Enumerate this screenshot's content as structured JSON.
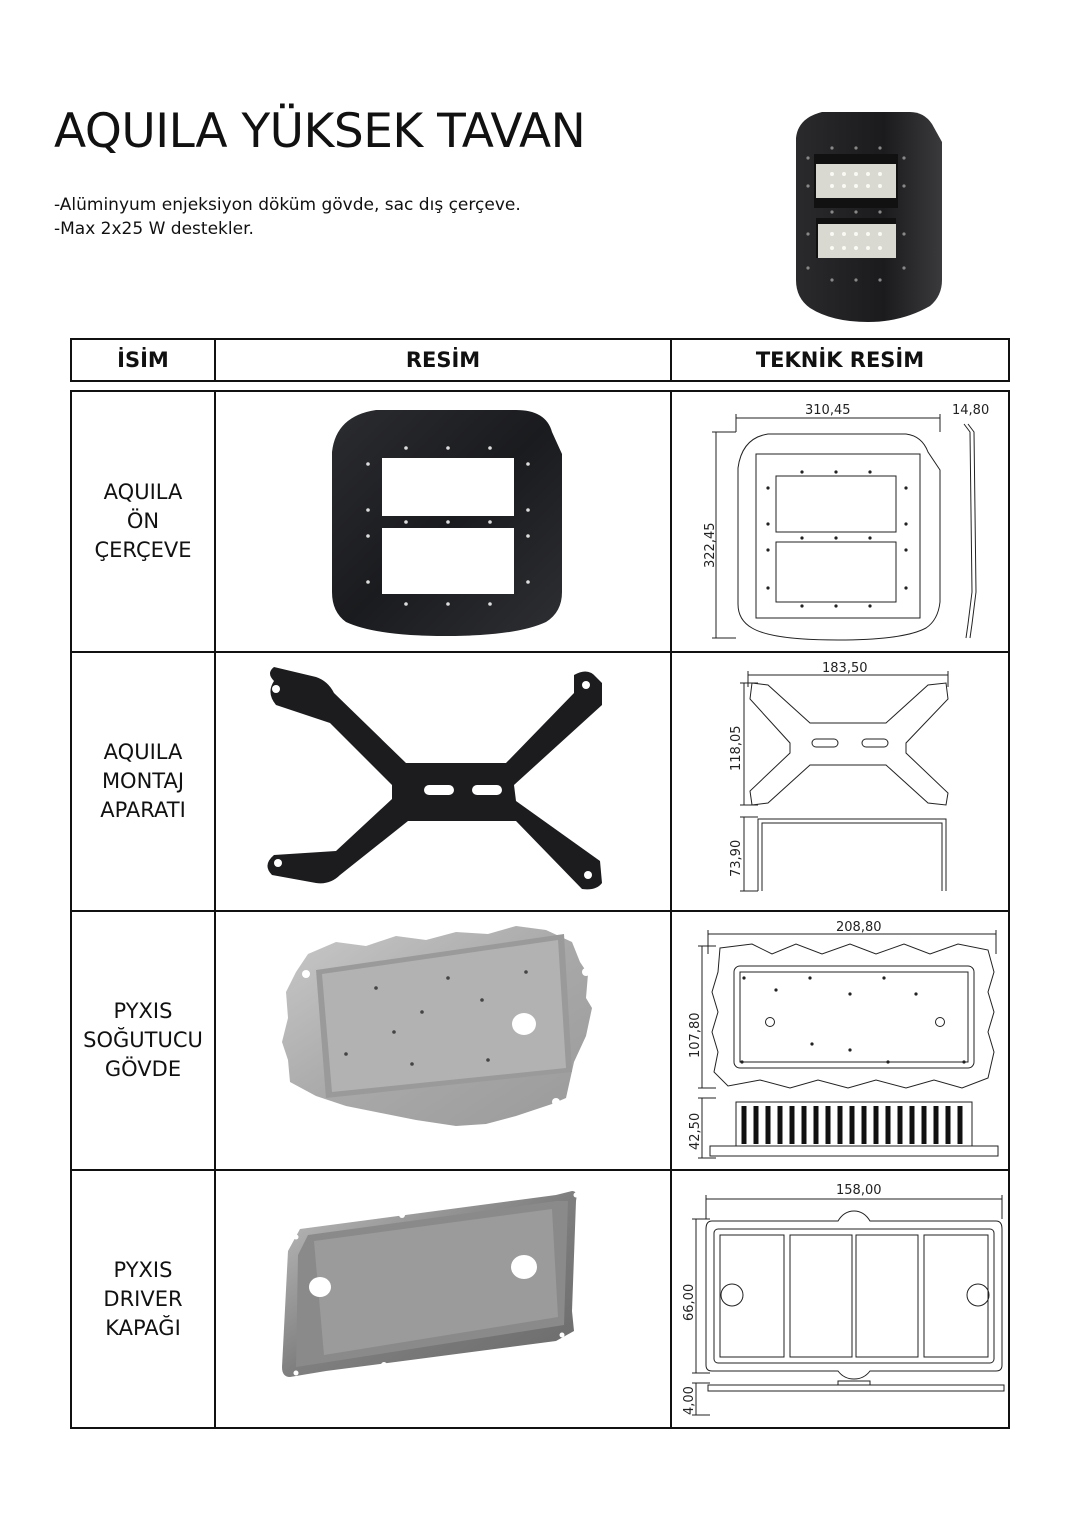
{
  "title": "AQUILA YÜKSEK TAVAN",
  "description": [
    "-Alüminyum enjeksiyon döküm gövde, sac dış çerçeve.",
    "-Max 2x25 W destekler."
  ],
  "table": {
    "headers": [
      "İSİM",
      "RESİM",
      "TEKNİK RESİM"
    ],
    "rows": [
      {
        "name": [
          "AQUILA",
          "ÖN",
          "ÇERÇEVE"
        ],
        "dims": [
          "310,45",
          "14,80",
          "322,45"
        ]
      },
      {
        "name": [
          "AQUILA",
          "MONTAJ",
          "APARATI"
        ],
        "dims": [
          "183,50",
          "118,05",
          "73,90"
        ]
      },
      {
        "name": [
          "PYXIS",
          "SOĞUTUCU",
          "GÖVDE"
        ],
        "dims": [
          "208,80",
          "107,80",
          "42,50"
        ]
      },
      {
        "name": [
          "PYXIS",
          "DRIVER",
          "KAPAĞI"
        ],
        "dims": [
          "158,00",
          "66,00",
          "4,00"
        ]
      }
    ]
  },
  "colors": {
    "frame_dark": "#1e1e20",
    "metal_gray": "#a8a8a8",
    "line": "#111111"
  }
}
